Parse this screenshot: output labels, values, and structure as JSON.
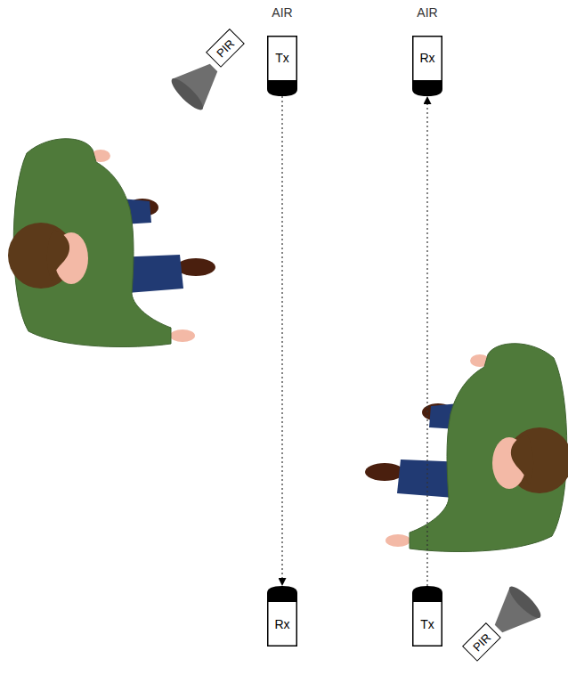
{
  "diagram": {
    "nodes": [
      {
        "text": [
          "PIR"
        ]
      },
      {
        "text": [
          "AIR",
          "Tx"
        ]
      },
      {
        "text": [
          "AIR",
          "Rx"
        ]
      },
      {
        "text": [
          "Rx"
        ]
      },
      {
        "text": [
          "Tx"
        ]
      },
      {
        "text": [
          "PIR"
        ]
      }
    ],
    "edges": [
      {
        "from": 1,
        "to": 3,
        "arrow": "to"
      },
      {
        "from": 4,
        "to": 2,
        "arrow": "to"
      }
    ]
  }
}
